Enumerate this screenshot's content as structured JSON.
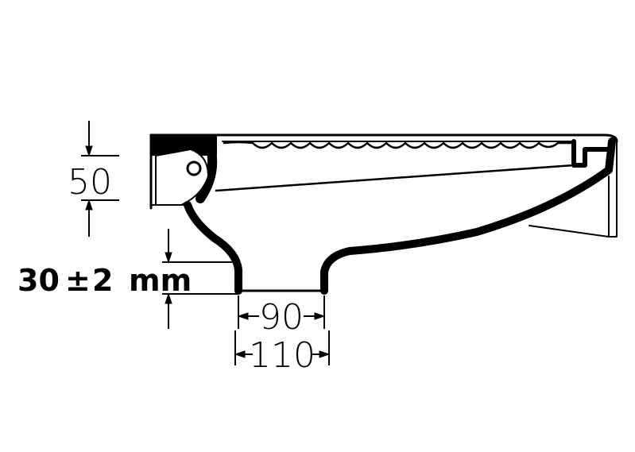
{
  "diagram": {
    "type": "technical-section-drawing",
    "subject": "toilet-pan-side-section",
    "dimensions": {
      "height_label": "50",
      "outlet_label": "30 ± 2 mm",
      "outlet_value": "30",
      "outlet_tolerance_symbol": "±",
      "outlet_tolerance": "2",
      "outlet_unit": "mm",
      "inner_width_label": "90",
      "outer_width_label": "110"
    },
    "colors": {
      "line": "#000000",
      "background": "#ffffff"
    }
  }
}
